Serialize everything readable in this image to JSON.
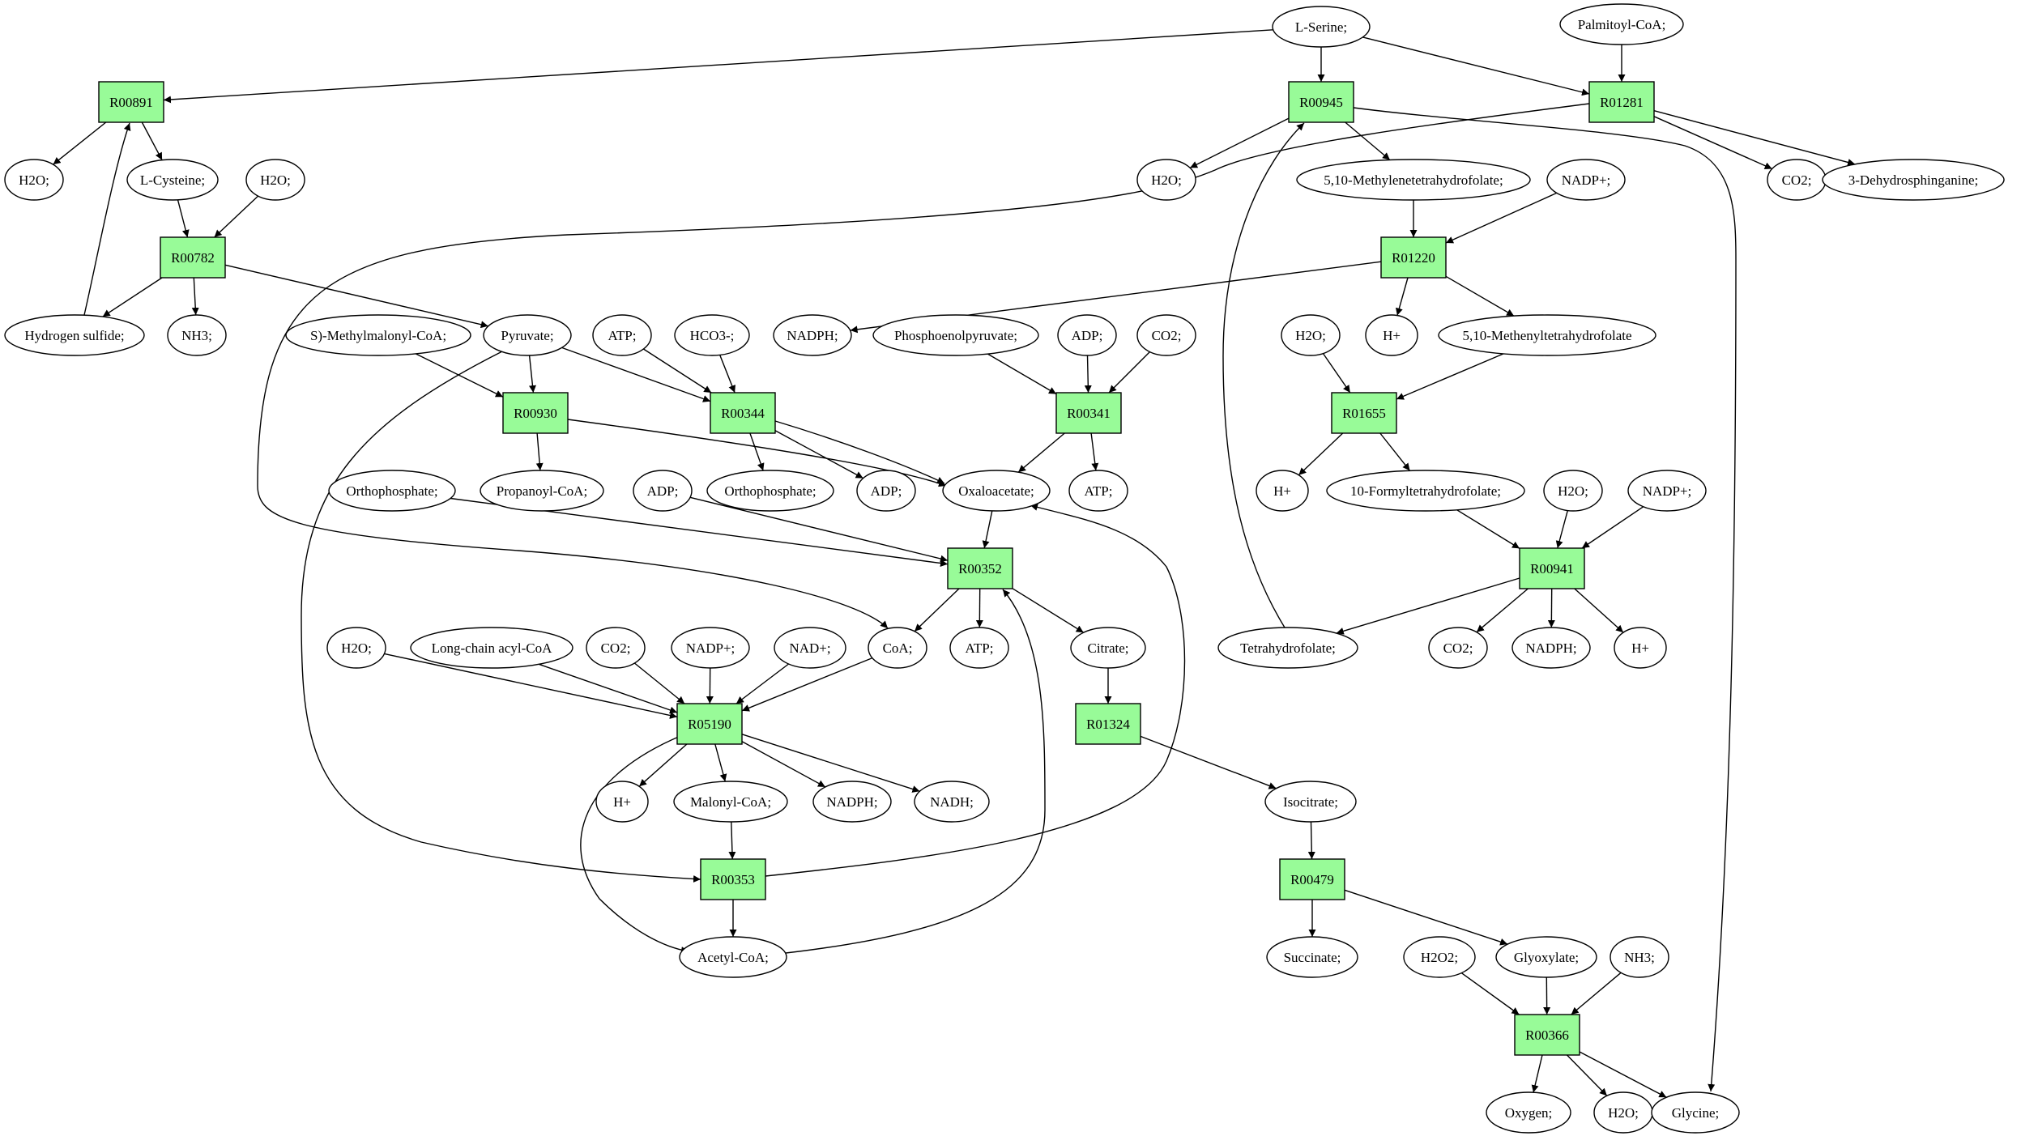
{
  "colors": {
    "reaction_fill": "#98fb98",
    "source_fill": "#00ee00",
    "target_fill": "#ffff00",
    "metabolite_fill": "#ffffff",
    "stroke": "#000000"
  },
  "nodes": {
    "lserine": {
      "label": "L-Serine;",
      "kind": "source"
    },
    "palmitoylcoa": {
      "label": "Palmitoyl-CoA;",
      "kind": "metabolite"
    },
    "r00891": {
      "label": "R00891",
      "kind": "reaction"
    },
    "r00945": {
      "label": "R00945",
      "kind": "reaction"
    },
    "r01281": {
      "label": "R01281",
      "kind": "reaction"
    },
    "h2o_a": {
      "label": "H2O;",
      "kind": "metabolite"
    },
    "lcysteine": {
      "label": "L-Cysteine;",
      "kind": "metabolite"
    },
    "h2o_b": {
      "label": "H2O;",
      "kind": "metabolite"
    },
    "h2o_c": {
      "label": "H2O;",
      "kind": "metabolite"
    },
    "methylenethf": {
      "label": "5,10-Methylenetetrahydrofolate;",
      "kind": "metabolite"
    },
    "nadp_a": {
      "label": "NADP+;",
      "kind": "metabolite"
    },
    "co2_a": {
      "label": "CO2;",
      "kind": "metabolite"
    },
    "dehydrosph": {
      "label": "3-Dehydrosphinganine;",
      "kind": "metabolite"
    },
    "r00782": {
      "label": "R00782",
      "kind": "reaction"
    },
    "r01220": {
      "label": "R01220",
      "kind": "reaction"
    },
    "h2s": {
      "label": "Hydrogen sulfide;",
      "kind": "metabolite"
    },
    "nh3_a": {
      "label": "NH3;",
      "kind": "metabolite"
    },
    "smethylmal": {
      "label": "S)-Methylmalonyl-CoA;",
      "kind": "metabolite"
    },
    "pyruvate": {
      "label": "Pyruvate;",
      "kind": "metabolite"
    },
    "atp_a": {
      "label": "ATP;",
      "kind": "metabolite"
    },
    "hco3": {
      "label": "HCO3-;",
      "kind": "metabolite"
    },
    "nadph_a": {
      "label": "NADPH;",
      "kind": "metabolite"
    },
    "pep": {
      "label": "Phosphoenolpyruvate;",
      "kind": "metabolite"
    },
    "adp_a": {
      "label": "ADP;",
      "kind": "metabolite"
    },
    "co2_b": {
      "label": "CO2;",
      "kind": "metabolite"
    },
    "h2o_d": {
      "label": "H2O;",
      "kind": "metabolite"
    },
    "hplus_a": {
      "label": "H+",
      "kind": "metabolite"
    },
    "methenylthf": {
      "label": "5,10-Methenyltetrahydrofolate",
      "kind": "metabolite"
    },
    "r00930": {
      "label": "R00930",
      "kind": "reaction"
    },
    "r00344": {
      "label": "R00344",
      "kind": "reaction"
    },
    "r00341": {
      "label": "R00341",
      "kind": "reaction"
    },
    "r01655": {
      "label": "R01655",
      "kind": "reaction"
    },
    "orthophos_a": {
      "label": "Orthophosphate;",
      "kind": "metabolite"
    },
    "propanoylcoa": {
      "label": "Propanoyl-CoA;",
      "kind": "metabolite"
    },
    "adp_b": {
      "label": "ADP;",
      "kind": "metabolite"
    },
    "orthophos_b": {
      "label": "Orthophosphate;",
      "kind": "metabolite"
    },
    "adp_c": {
      "label": "ADP;",
      "kind": "metabolite"
    },
    "oxaloacetate": {
      "label": "Oxaloacetate;",
      "kind": "metabolite"
    },
    "atp_b": {
      "label": "ATP;",
      "kind": "metabolite"
    },
    "hplus_b": {
      "label": "H+",
      "kind": "metabolite"
    },
    "formylthf": {
      "label": "10-Formyltetrahydrofolate;",
      "kind": "metabolite"
    },
    "h2o_e": {
      "label": "H2O;",
      "kind": "metabolite"
    },
    "nadp_b": {
      "label": "NADP+;",
      "kind": "metabolite"
    },
    "r00352": {
      "label": "R00352",
      "kind": "reaction"
    },
    "r00941": {
      "label": "R00941",
      "kind": "reaction"
    },
    "h2o_f": {
      "label": "H2O;",
      "kind": "metabolite"
    },
    "longchain": {
      "label": "Long-chain acyl-CoA",
      "kind": "metabolite"
    },
    "co2_c": {
      "label": "CO2;",
      "kind": "metabolite"
    },
    "nadp_c": {
      "label": "NADP+;",
      "kind": "metabolite"
    },
    "nad": {
      "label": "NAD+;",
      "kind": "metabolite"
    },
    "coa": {
      "label": "CoA;",
      "kind": "metabolite"
    },
    "atp_c": {
      "label": "ATP;",
      "kind": "metabolite"
    },
    "citrate": {
      "label": "Citrate;",
      "kind": "metabolite"
    },
    "thf": {
      "label": "Tetrahydrofolate;",
      "kind": "metabolite"
    },
    "co2_d": {
      "label": "CO2;",
      "kind": "metabolite"
    },
    "nadph_b": {
      "label": "NADPH;",
      "kind": "metabolite"
    },
    "hplus_c": {
      "label": "H+",
      "kind": "metabolite"
    },
    "r05190": {
      "label": "R05190",
      "kind": "reaction"
    },
    "r01324": {
      "label": "R01324",
      "kind": "reaction"
    },
    "hplus_d": {
      "label": "H+",
      "kind": "metabolite"
    },
    "malonylcoa": {
      "label": "Malonyl-CoA;",
      "kind": "metabolite"
    },
    "nadph_c": {
      "label": "NADPH;",
      "kind": "metabolite"
    },
    "nadh": {
      "label": "NADH;",
      "kind": "metabolite"
    },
    "isocitrate": {
      "label": "Isocitrate;",
      "kind": "metabolite"
    },
    "r00353": {
      "label": "R00353",
      "kind": "reaction"
    },
    "r00479": {
      "label": "R00479",
      "kind": "reaction"
    },
    "acetylcoa": {
      "label": "Acetyl-CoA;",
      "kind": "metabolite"
    },
    "succinate": {
      "label": "Succinate;",
      "kind": "metabolite"
    },
    "h2o2": {
      "label": "H2O2;",
      "kind": "metabolite"
    },
    "glyoxylate": {
      "label": "Glyoxylate;",
      "kind": "metabolite"
    },
    "nh3_b": {
      "label": "NH3;",
      "kind": "metabolite"
    },
    "r00366": {
      "label": "R00366",
      "kind": "reaction"
    },
    "oxygen": {
      "label": "Oxygen;",
      "kind": "metabolite"
    },
    "h2o_g": {
      "label": "H2O;",
      "kind": "metabolite"
    },
    "glycine": {
      "label": "Glycine;",
      "kind": "target"
    }
  }
}
